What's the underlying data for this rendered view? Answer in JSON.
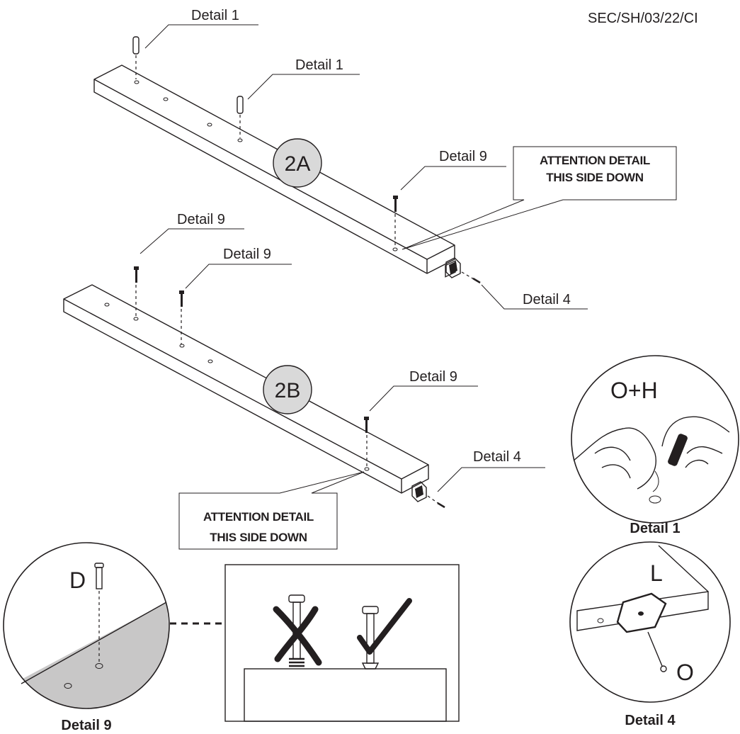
{
  "header": {
    "code": "SEC/SH/03/22/CI"
  },
  "steps": {
    "a": "2A",
    "b": "2B"
  },
  "callouts": {
    "a_top_left": "Detail 1",
    "a_top_mid": "Detail 1",
    "a_right": "Detail 9",
    "a_end": "Detail 4",
    "b_left1": "Detail 9",
    "b_left2": "Detail 9",
    "b_right": "Detail 9",
    "b_end": "Detail 4"
  },
  "notes": {
    "a_line1": "ATTENTION DETAIL",
    "a_line2": "THIS SIDE DOWN",
    "b_line1": "ATTENTION DETAIL",
    "b_line2": "THIS SIDE DOWN"
  },
  "details": {
    "d1": {
      "caption": "Detail 1",
      "parts": "O+H"
    },
    "d4": {
      "caption": "Detail 4",
      "part_top": "L",
      "part_bottom": "O"
    },
    "d9": {
      "caption": "Detail 9",
      "part": "D"
    }
  },
  "colors": {
    "ink": "#231f20",
    "fill_grey": "#c8c7c7",
    "badge_grey": "#d9d9d9"
  }
}
